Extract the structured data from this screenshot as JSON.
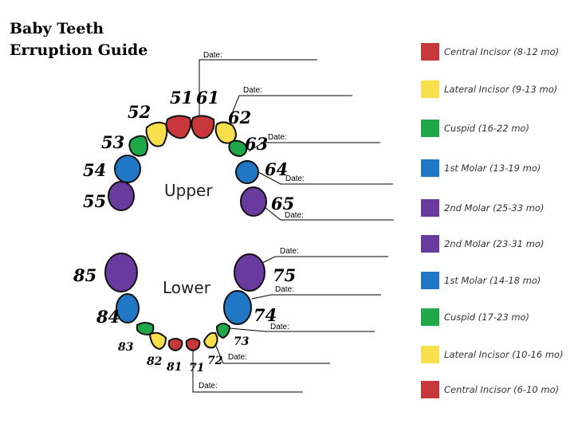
{
  "title": {
    "line1": "Baby Teeth",
    "line2": "Erruption Guide"
  },
  "arches": {
    "upper": "Upper",
    "lower": "Lower"
  },
  "date_label": "Date:",
  "colors": {
    "central_incisor": "#c8373a",
    "lateral_incisor": "#f7e04b",
    "cuspid": "#1fa84a",
    "first_molar": "#2077c6",
    "second_molar": "#6a3b9e"
  },
  "upper_teeth": [
    "51",
    "61",
    "52",
    "62",
    "53",
    "63",
    "54",
    "64",
    "55",
    "65"
  ],
  "lower_teeth": [
    "85",
    "75",
    "84",
    "74",
    "83",
    "73",
    "82",
    "72",
    "81",
    "71"
  ],
  "legend": [
    {
      "label": "Central Incisor (8-12 mo)",
      "color": "#c8373a"
    },
    {
      "label": "Lateral Incisor (9-13 mo)",
      "color": "#f7e04b"
    },
    {
      "label": "Cuspid (16-22 mo)",
      "color": "#1fa84a"
    },
    {
      "label": "1st Molar (13-19 mo)",
      "color": "#2077c6"
    },
    {
      "label": "2nd Molar (25-33 mo)",
      "color": "#6a3b9e"
    },
    {
      "label": "2nd Molar (23-31 mo)",
      "color": "#6a3b9e"
    },
    {
      "label": "1st Molar (14-18 mo)",
      "color": "#2077c6"
    },
    {
      "label": "Cuspid (17-23 mo)",
      "color": "#1fa84a"
    },
    {
      "label": "Lateral Incisor (10-16 mo)",
      "color": "#f7e04b"
    },
    {
      "label": "Central Incisor (6-10 mo)",
      "color": "#c8373a"
    }
  ]
}
